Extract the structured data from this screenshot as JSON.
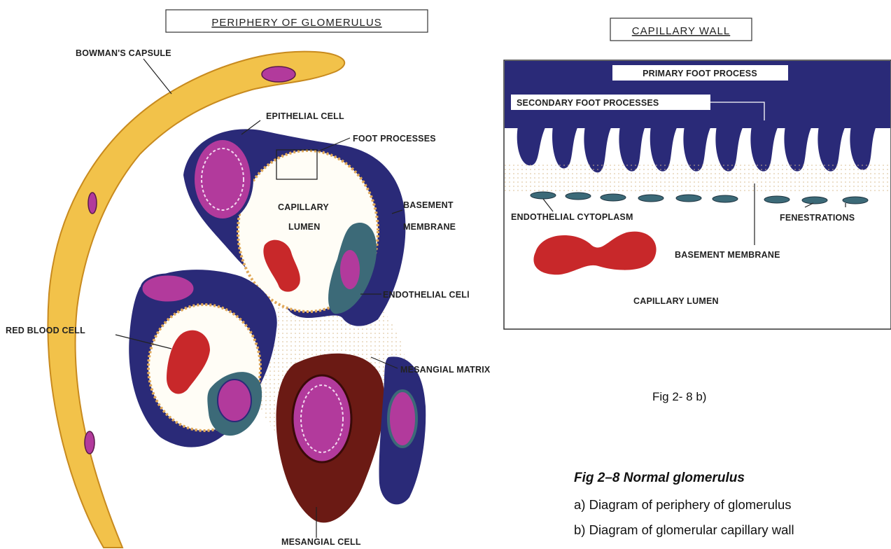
{
  "panel_a": {
    "title": "PERIPHERY  OF  GLOMERULUS",
    "labels": {
      "bowmans_capsule": "BOWMAN'S CAPSULE",
      "epithelial_cell": "EPITHELIAL CELL",
      "foot_processes": "FOOT PROCESSES",
      "capillary": "CAPILLARY",
      "lumen": "LUMEN",
      "basement": "BASEMENT",
      "membrane": "MEMBRANE",
      "endothelial_cell": "ENDOTHELIAL CELl",
      "red_blood_cell": "RED BLOOD CELL",
      "mesangial_matrix": "MESANGIAL MATRIX",
      "mesangial_cell": "MESANGIAL CELL"
    }
  },
  "panel_b": {
    "title": "CAPILLARY  WALL",
    "labels": {
      "primary_foot_process": "PRIMARY FOOT PROCESS",
      "secondary_foot_processes": "SECONDARY FOOT PROCESSES",
      "endothelial_cytoplasm": "ENDOTHELIAL CYTOPLASM",
      "fenestrations": "FENESTRATIONS",
      "basement_membrane": "BASEMENT MEMBRANE",
      "capillary_lumen": "CAPILLARY LUMEN"
    }
  },
  "caption": {
    "sub": "Fig 2- 8 b)",
    "title": "Fig 2–8 Normal glomerulus",
    "item_a": "a) Diagram of periphery of glomerulus",
    "item_b": "b) Diagram of glomerular capillary wall"
  },
  "colors": {
    "capsule": "#f2c24a",
    "epithelium": "#2a2a78",
    "nucleus": "#b23a9c",
    "red_blood_cell": "#c8282a",
    "mesangial_cell": "#6b1a14",
    "endothelium": "#3c6a78"
  }
}
